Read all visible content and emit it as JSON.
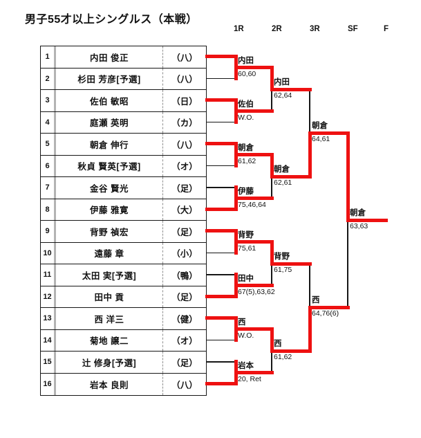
{
  "title": "男子55才以上シングルス（本戦）",
  "rounds": [
    "1R",
    "2R",
    "3R",
    "SF",
    "F"
  ],
  "colors": {
    "winner_path_red": "#ee1111",
    "line_black": "#151515"
  },
  "players": [
    {
      "no": "1",
      "name": "内田 俊正",
      "club": "（八）"
    },
    {
      "no": "2",
      "name": "杉田 芳彦[予選]",
      "club": "（八）"
    },
    {
      "no": "3",
      "name": "佐伯 敏昭",
      "club": "（日）"
    },
    {
      "no": "4",
      "name": "庭瀬 英明",
      "club": "（カ）"
    },
    {
      "no": "5",
      "name": "朝倉 伸行",
      "club": "（八）"
    },
    {
      "no": "6",
      "name": "秋貞 賢英[予選]",
      "club": "（オ）"
    },
    {
      "no": "7",
      "name": "金谷 賢光",
      "club": "（足）"
    },
    {
      "no": "8",
      "name": "伊藤 雅寛",
      "club": "（大）"
    },
    {
      "no": "9",
      "name": "背野 禎宏",
      "club": "（足）"
    },
    {
      "no": "10",
      "name": "遠藤 章",
      "club": "（小）"
    },
    {
      "no": "11",
      "name": "太田 実[予選]",
      "club": "（鴨）"
    },
    {
      "no": "12",
      "name": "田中 貢",
      "club": "（足）"
    },
    {
      "no": "13",
      "name": "西 洋三",
      "club": "（健）"
    },
    {
      "no": "14",
      "name": "菊地 譲二",
      "club": "（オ）"
    },
    {
      "no": "15",
      "name": "辻 修身[予選]",
      "club": "（足）"
    },
    {
      "no": "16",
      "name": "岩本 良則",
      "club": "（八）"
    }
  ],
  "matches": {
    "r1": [
      {
        "winner": "内田",
        "score": "60,60",
        "side": "top"
      },
      {
        "winner": "佐伯",
        "score": "W.O.",
        "side": "top"
      },
      {
        "winner": "朝倉",
        "score": "61,62",
        "side": "top"
      },
      {
        "winner": "伊藤",
        "score": "75,46,64",
        "side": "bottom"
      },
      {
        "winner": "背野",
        "score": "75,61",
        "side": "top"
      },
      {
        "winner": "田中",
        "score": "67(5),63,62",
        "side": "bottom"
      },
      {
        "winner": "西",
        "score": "W.O.",
        "side": "top"
      },
      {
        "winner": "岩本",
        "score": "20, Ret",
        "side": "bottom"
      }
    ],
    "r2": [
      {
        "winner": "内田",
        "score": "62,64",
        "side": "top"
      },
      {
        "winner": "朝倉",
        "score": "62,61",
        "side": "top"
      },
      {
        "winner": "背野",
        "score": "61,75",
        "side": "top"
      },
      {
        "winner": "西",
        "score": "61,62",
        "side": "top"
      }
    ],
    "r3": [
      {
        "winner": "朝倉",
        "score": "64,61",
        "side": "bottom"
      },
      {
        "winner": "西",
        "score": "64,76(6)",
        "side": "bottom"
      }
    ],
    "final": {
      "winner": "朝倉",
      "score": "63,63",
      "side": "top"
    }
  }
}
